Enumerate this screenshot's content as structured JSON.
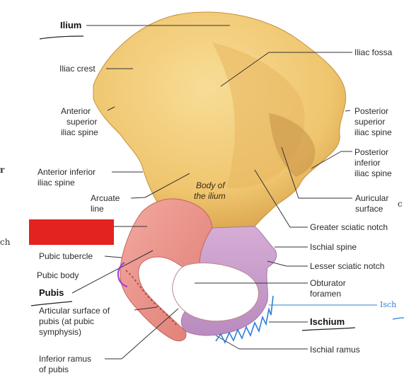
{
  "colors": {
    "bone": "#f1ce7a",
    "bone_shade": "#d6a44e",
    "ischium": "#c99ccc",
    "pubis": "#ea8e86",
    "leader": "#333333",
    "annotation_blue": "#2f7fd6",
    "annotation_purple": "#9b3bd8",
    "redaction": "#e2231f"
  },
  "labels": {
    "ilium": "Ilium",
    "iliac_crest": "Iliac crest",
    "iliac_fossa": "Iliac fossa",
    "asis_1": "Anterior",
    "asis_2": "superior",
    "asis_3": "iliac spine",
    "psis_1": "Posterior",
    "psis_2": "superior",
    "psis_3": "iliac spine",
    "piis_1": "Posterior",
    "piis_2": "inferior",
    "piis_3": "iliac spine",
    "aiis_1": "Anterior inferior",
    "aiis_2": "iliac spine",
    "arcuate_1": "Arcuate",
    "arcuate_2": "line",
    "body_1": "Body of",
    "body_2": "the ilium",
    "auricular_1": "Auricular",
    "auricular_2": "surface",
    "greater_sciatic": "Greater sciatic notch",
    "ischial_spine": "Ischial spine",
    "lesser_sciatic": "Lesser sciatic notch",
    "pubic_tubercle": "Pubic tubercle",
    "pubic_body": "Pubic body",
    "pubis": "Pubis",
    "obturator_1": "Obturator",
    "obturator_2": "foramen",
    "articular_1": "Articular surface of",
    "articular_2": "pubis (at pubic",
    "articular_3": "symphysis)",
    "ischium": "Ischium",
    "ischial_ramus": "Ischial ramus",
    "inferior_ramus_1": "Inferior ramus",
    "inferior_ramus_2": "of pubis"
  },
  "handwriting": {
    "left_r": "r",
    "left_ch": "ch",
    "right_c": "c",
    "right_isch": "Isch"
  }
}
